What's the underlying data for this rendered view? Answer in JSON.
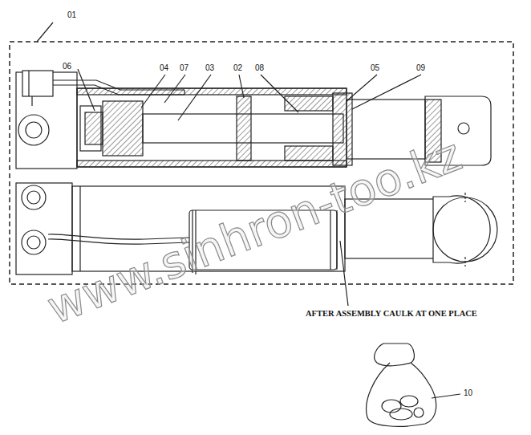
{
  "diagram": {
    "labels": [
      "01",
      "06",
      "04",
      "07",
      "03",
      "02",
      "08",
      "05",
      "09",
      "AFTER ASSEMBLY CAULK AT ONE PLACE",
      "10",
      "www.sinhron-too.kz"
    ]
  }
}
